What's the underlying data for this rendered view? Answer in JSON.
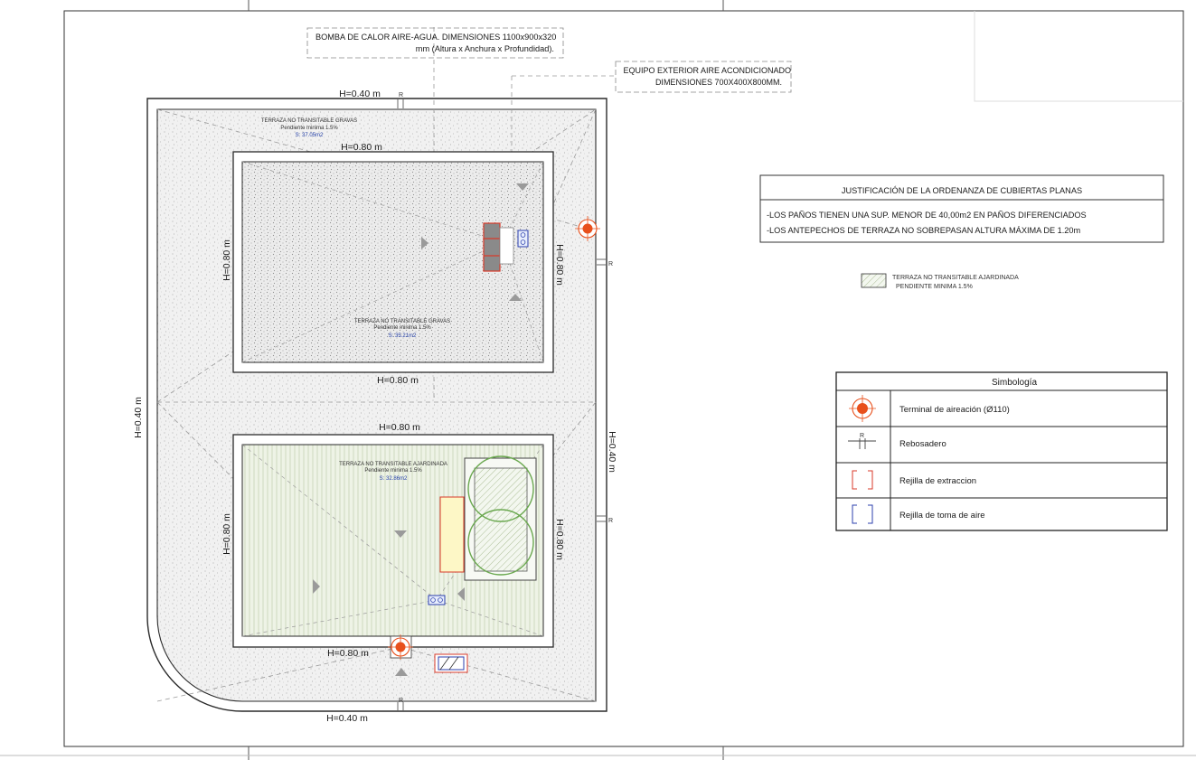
{
  "callouts": {
    "bomba_line1": "BOMBA DE CALOR AIRE-AGUA. DIMENSIONES 1100x900x320",
    "bomba_line2": "mm (Altura x Anchura x Profundidad).",
    "equipo_line1": "EQUIPO EXTERIOR AIRE ACONDICIONADO",
    "equipo_line2": "DIMENSIONES 700X400X800MM."
  },
  "dimensions": {
    "h040": "H=0.40 m",
    "h080": "H=0.80 m",
    "r_mark": "R"
  },
  "zones": {
    "outer_title": "TERRAZA NO TRANSITABLE GRAVAS",
    "outer_slope": "Pendiente minima 1.5%",
    "outer_area": "S: 37.05m2",
    "upper_title": "TERRAZA NO TRANSITABLE GRAVAS",
    "upper_slope": "Pendiente minima 1.5%",
    "upper_area": "S: 35.21m2",
    "lower_title": "TERRAZA NO TRANSITABLE AJARDINADA",
    "lower_slope": "Pendiente minima 1.5%",
    "lower_area": "S: 32.86m2"
  },
  "justification": {
    "title": "JUSTIFICACIÓN DE LA ORDENANZA DE CUBIERTAS PLANAS",
    "line1": "-LOS PAÑOS TIENEN UNA SUP. MENOR DE 40,00m2 EN PAÑOS DIFERENCIADOS",
    "line2": "-LOS ANTEPECHOS DE TERRAZA NO SOBREPASAN  ALTURA MÁXIMA DE 1.20m"
  },
  "legend_green": {
    "line1": "TERRAZA NO TRANSITABLE AJARDINADA",
    "line2": "PENDIENTE MINIMA 1.5%"
  },
  "symbology": {
    "title": "Simbología",
    "rows": [
      {
        "icon": "aeration-terminal-icon",
        "label": "Terminal de aireación  (Ø110)"
      },
      {
        "icon": "overflow-icon",
        "label": "Rebosadero"
      },
      {
        "icon": "extraction-grille-icon",
        "label": "Rejilla de extraccion"
      },
      {
        "icon": "air-intake-grille-icon",
        "label": "Rejilla de toma de aire"
      }
    ]
  },
  "colors": {
    "line": "#2a2a2a",
    "dash": "#9a9a9a",
    "gravel": "#f1f1f1",
    "garden": "#eef3e6",
    "terminal": "#e8501c",
    "extraction": "#d83a2a",
    "intake": "#2b3fae",
    "tree": "#6aa84f",
    "planter": "#fdf7c6"
  }
}
